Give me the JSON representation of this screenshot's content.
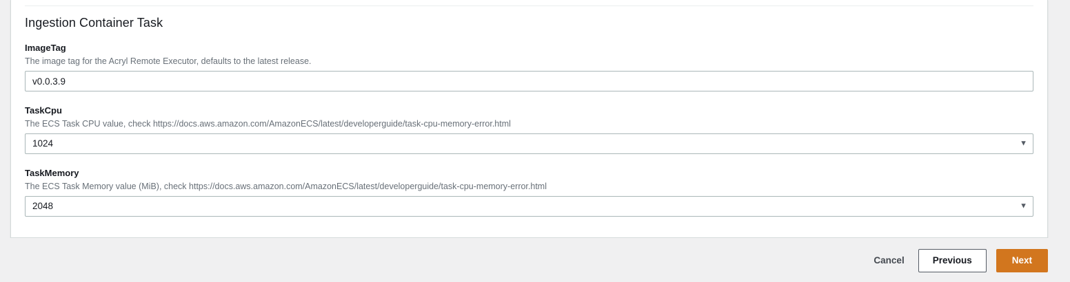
{
  "card": {
    "section_title": "Ingestion Container Task",
    "fields": [
      {
        "label": "ImageTag",
        "description": "The image tag for the Acryl Remote Executor, defaults to the latest release.",
        "control": "text",
        "value": "v0.0.3.9",
        "placeholder": ""
      },
      {
        "label": "TaskCpu",
        "description": "The ECS Task CPU value, check https://docs.aws.amazon.com/AmazonECS/latest/developerguide/task-cpu-memory-error.html",
        "control": "select",
        "value": "1024",
        "caret_icon": "chevron-down-icon",
        "caret_glyph": "▼"
      },
      {
        "label": "TaskMemory",
        "description": "The ECS Task Memory value (MiB), check https://docs.aws.amazon.com/AmazonECS/latest/developerguide/task-cpu-memory-error.html",
        "control": "select",
        "value": "2048",
        "caret_icon": "chevron-down-icon",
        "caret_glyph": "▼"
      }
    ]
  },
  "footer": {
    "cancel_label": "Cancel",
    "previous_label": "Previous",
    "next_label": "Next"
  },
  "colors": {
    "primary_button": "#d2761e",
    "card_background": "#ffffff",
    "page_background": "#f0f0f1",
    "label_text": "#16191f",
    "description_text": "#687078",
    "input_border": "#aab7b8",
    "secondary_border": "#545b64"
  }
}
